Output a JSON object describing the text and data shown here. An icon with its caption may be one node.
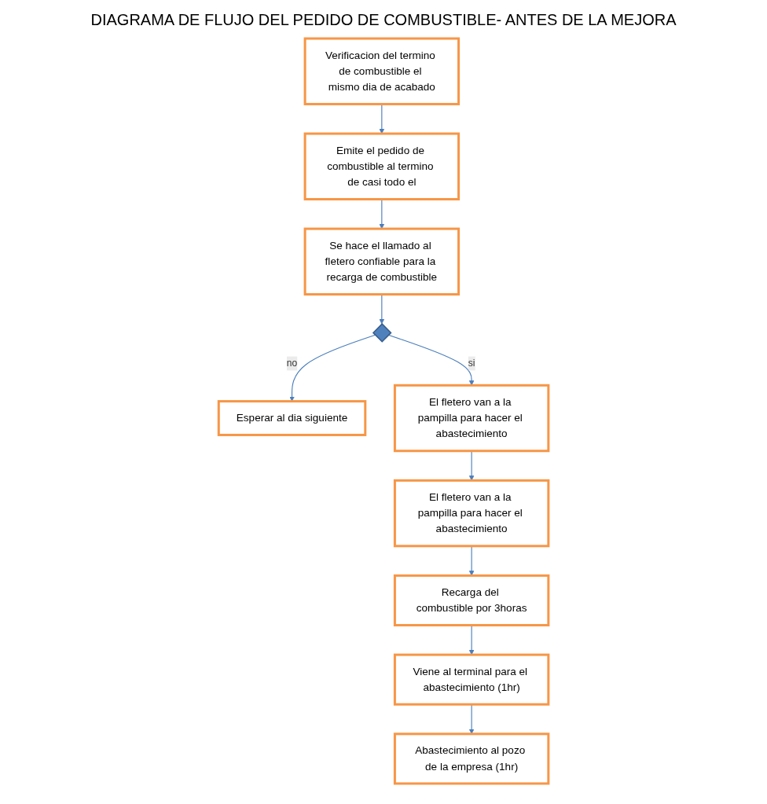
{
  "diagram": {
    "title": "DIAGRAMA DE FLUJO DEL PEDIDO DE COMBUSTIBLE- ANTES DE LA MEJORA",
    "nodes": [
      {
        "text": [
          "Verificacion del termino de combustible el mismo dia de acabado"
        ]
      },
      {
        "text": [
          "Emite el pedido de combustible al termino de casi todo el"
        ]
      },
      {
        "text": [
          "Se hace el llamado al fletero confiable para la recarga de combustible"
        ]
      },
      {
        "text": [],
        "shape": "diamond"
      },
      {
        "text": [
          "Esperar al dia siguiente"
        ]
      },
      {
        "text": [
          "El fletero van a la pampilla para hacer el abastecimiento"
        ]
      },
      {
        "text": [
          "El fletero van a la pampilla para hacer el abastecimiento"
        ]
      },
      {
        "text": [
          "Recarga del combustible por 3horas"
        ]
      },
      {
        "text": [
          "Viene al terminal para el abastecimiento (1hr)"
        ]
      },
      {
        "text": [
          "Abastecimiento al pozo de la empresa (1hr)"
        ]
      }
    ],
    "edges": [
      {
        "from": 0,
        "to": 1,
        "arrow": "to"
      },
      {
        "from": 1,
        "to": 2,
        "arrow": "to"
      },
      {
        "from": 2,
        "to": 3,
        "arrow": "to"
      },
      {
        "from": 3,
        "to": 4,
        "arrow": "to",
        "label": "no"
      },
      {
        "from": 3,
        "to": 5,
        "arrow": "to",
        "label": "si"
      },
      {
        "from": 5,
        "to": 6,
        "arrow": "to"
      },
      {
        "from": 6,
        "to": 7,
        "arrow": "to"
      },
      {
        "from": 7,
        "to": 8,
        "arrow": "to"
      },
      {
        "from": 8,
        "to": 9,
        "arrow": "to"
      }
    ]
  }
}
